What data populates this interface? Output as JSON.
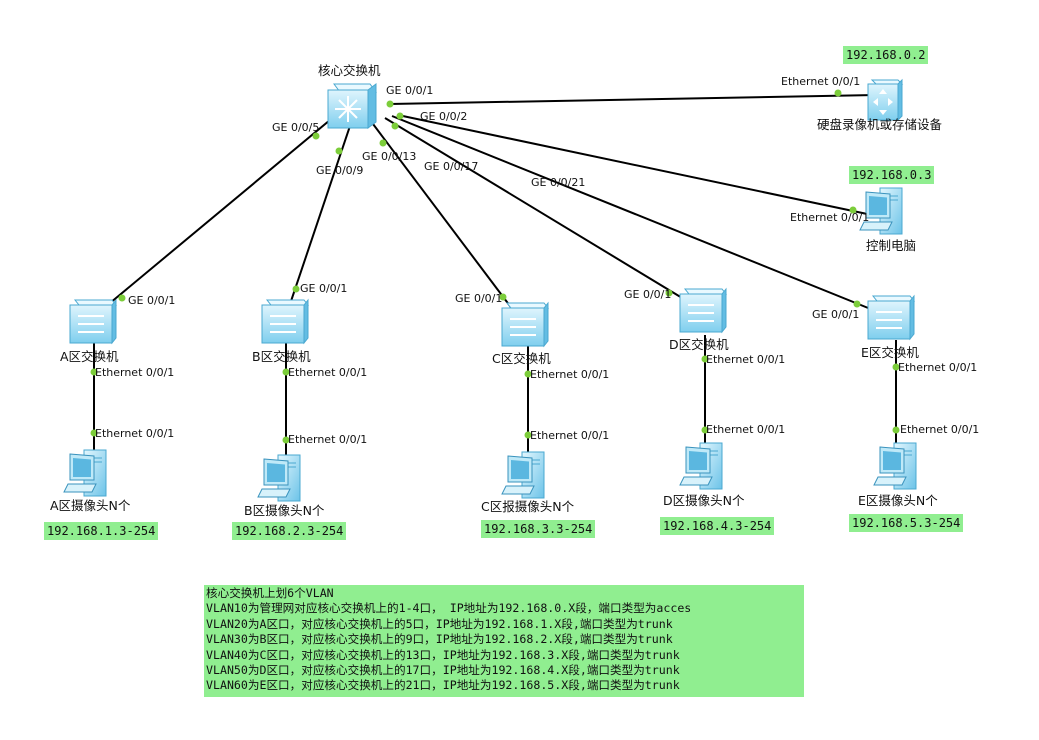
{
  "nodes": {
    "core": {
      "name": "核心交换机"
    },
    "storage": {
      "name": "硬盘录像机或存储设备",
      "ip": "192.168.0.2"
    },
    "pc": {
      "name": "控制电脑",
      "ip": "192.168.0.3"
    },
    "sw_a": {
      "name": "A区交换机"
    },
    "sw_b": {
      "name": "B区交换机"
    },
    "sw_c": {
      "name": "C区交换机"
    },
    "sw_d": {
      "name": "D区交换机"
    },
    "sw_e": {
      "name": "E区交换机"
    },
    "cam_a": {
      "name": "A区摄像头N个",
      "ip": "192.168.1.3-254"
    },
    "cam_b": {
      "name": "B区摄像头N个",
      "ip": "192.168.2.3-254"
    },
    "cam_c": {
      "name": "C区报摄像头N个",
      "ip": "192.168.3.3-254"
    },
    "cam_d": {
      "name": "D区摄像头N个",
      "ip": "192.168.4.3-254"
    },
    "cam_e": {
      "name": "E区摄像头N个",
      "ip": "192.168.5.3-254"
    }
  },
  "ports": {
    "core_ge1": "GE 0/0/1",
    "core_ge2": "GE 0/0/2",
    "core_ge5": "GE 0/0/5",
    "core_ge9": "GE 0/0/9",
    "core_ge13": "GE 0/0/13",
    "core_ge17": "GE 0/0/17",
    "core_ge21": "GE 0/0/21",
    "storage_eth": "Ethernet 0/0/1",
    "pc_eth": "Ethernet 0/0/1",
    "a_ge": "GE 0/0/1",
    "b_ge": "GE 0/0/1",
    "c_ge": "GE 0/0/1",
    "d_ge": "GE 0/0/1",
    "e_ge": "GE 0/0/1",
    "a_eth_sw": "Ethernet 0/0/1",
    "a_eth_cam": "Ethernet 0/0/1",
    "b_eth_sw": "Ethernet 0/0/1",
    "b_eth_cam": "Ethernet 0/0/1",
    "c_eth_sw": "Ethernet 0/0/1",
    "c_eth_cam": "Ethernet 0/0/1",
    "d_eth_sw": "Ethernet 0/0/1",
    "d_eth_cam": "Ethernet 0/0/1",
    "e_eth_sw": "Ethernet 0/0/1",
    "e_eth_cam": "Ethernet 0/0/1"
  },
  "note": {
    "lines": [
      "核心交换机上划6个VLAN",
      "VLAN10为管理网对应核心交换机上的1-4口， IP地址为192.168.0.X段，端口类型为acces",
      "VLAN20为A区口，对应核心交换机上的5口，IP地址为192.168.1.X段,端口类型为trunk",
      "VLAN30为B区口，对应核心交换机上的9口，IP地址为192.168.2.X段,端口类型为trunk",
      "VLAN40为C区口，对应核心交换机上的13口，IP地址为192.168.3.X段,端口类型为trunk",
      "VLAN50为D区口，对应核心交换机上的17口，IP地址为192.168.4.X段,端口类型为trunk",
      "VLAN60为E区口，对应核心交换机上的21口，IP地址为192.168.5.X段,端口类型为trunk"
    ]
  },
  "colors": {
    "highlight": "#90ee90",
    "link": "#000000",
    "port_dot": "#7ccd3a",
    "device_fill": "#aee6f7",
    "device_edge": "#4aa8d0"
  },
  "icons": {
    "core": "core-switch-icon",
    "switch": "access-switch-icon",
    "pc": "desktop-pc-icon",
    "storage": "server-icon"
  }
}
